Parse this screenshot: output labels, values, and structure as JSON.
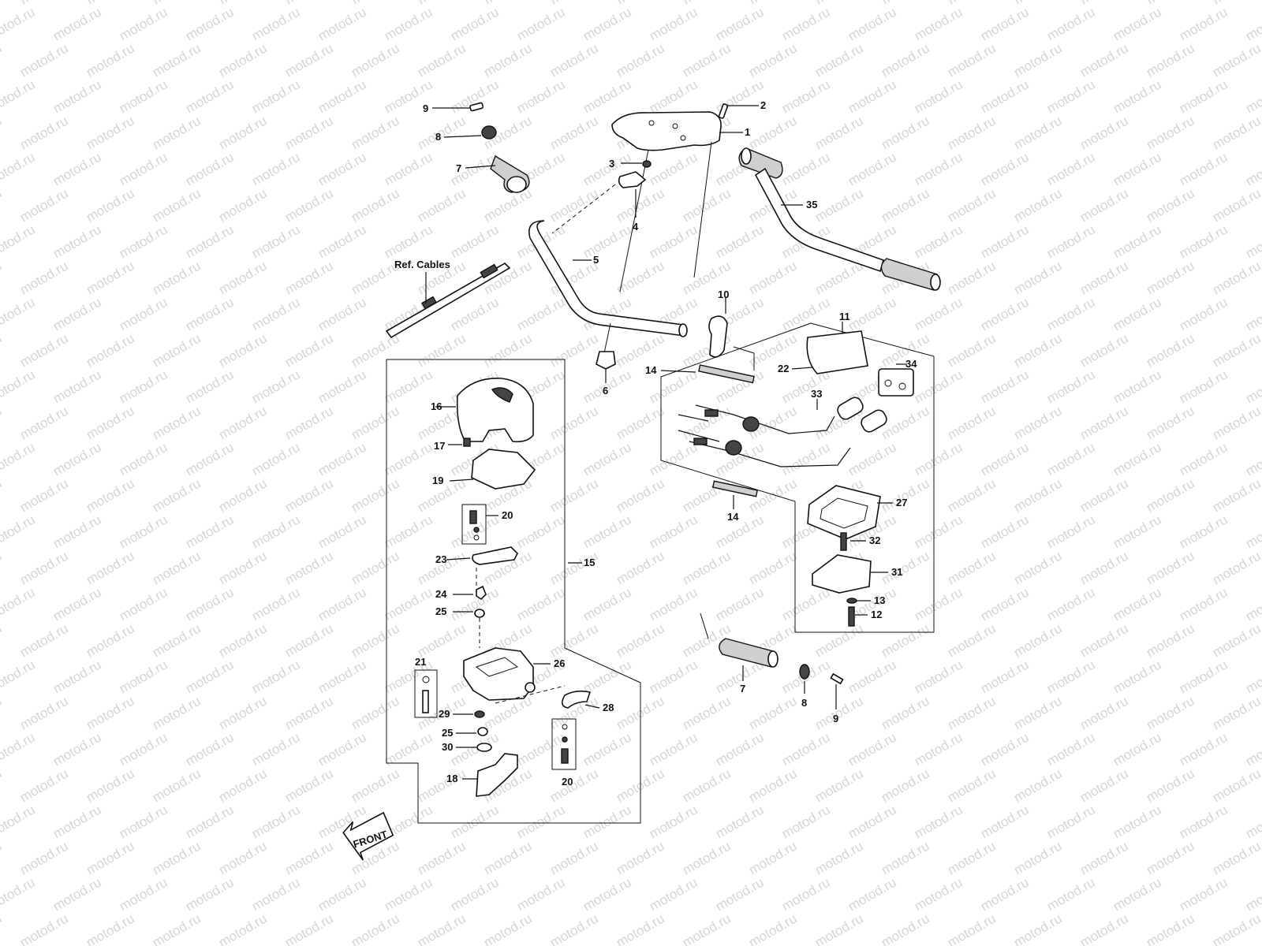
{
  "watermark": "motod.ru",
  "front_label": "FRONT",
  "ref_cables_label": "Ref. Cables",
  "callouts": {
    "c1": "1",
    "c2": "2",
    "c3": "3",
    "c4": "4",
    "c5": "5",
    "c6": "6",
    "c7a": "7",
    "c7b": "7",
    "c8a": "8",
    "c8b": "8",
    "c9a": "9",
    "c9b": "9",
    "c10": "10",
    "c11": "11",
    "c12": "12",
    "c13": "13",
    "c14a": "14",
    "c14b": "14",
    "c15": "15",
    "c16": "16",
    "c17": "17",
    "c18": "18",
    "c19": "19",
    "c20a": "20",
    "c20b": "20",
    "c21": "21",
    "c22": "22",
    "c23": "23",
    "c24": "24",
    "c25a": "25",
    "c25b": "25",
    "c26": "26",
    "c27": "27",
    "c28": "28",
    "c29": "29",
    "c30": "30",
    "c31": "31",
    "c32": "32",
    "c33": "33",
    "c34": "34",
    "c35": "35"
  }
}
